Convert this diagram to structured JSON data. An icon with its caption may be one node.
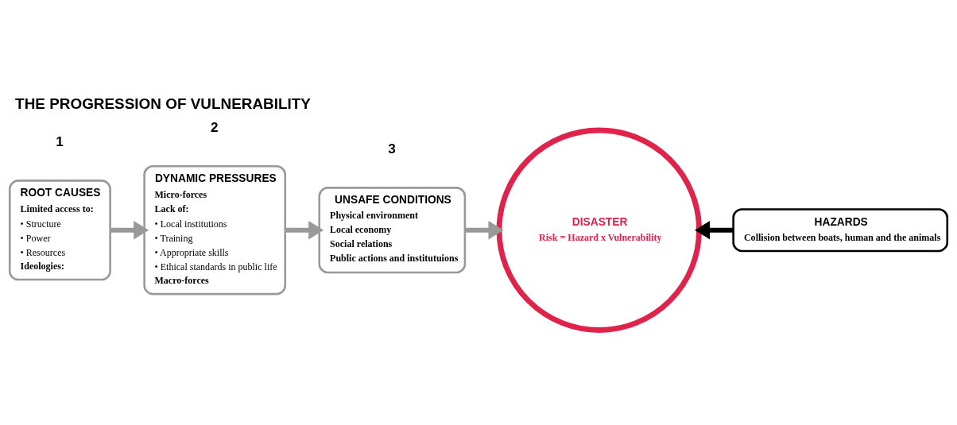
{
  "diagram": {
    "title": "THE PROGRESSION OF VULNERABILITY",
    "nodes": [
      {
        "text": [
          "ROOT CAUSES",
          "Limited access to:",
          "• Structure",
          "• Power",
          "• Resources",
          "Ideologies:"
        ]
      },
      {
        "text": [
          "DYNAMIC PRESSURES",
          "Micro-forces",
          "Lack of:",
          "• Local institutions",
          "• Training",
          "• Appropriate skills",
          "• Ethical standards in public life",
          "Macro-forces"
        ]
      },
      {
        "text": [
          "UNSAFE CONDITIONS",
          "Physical environment",
          "Local economy",
          "Social relations",
          "Public actions and institutuions"
        ]
      },
      {
        "text": [
          "DISASTER",
          "Risk = Hazard x Vulnerability"
        ]
      },
      {
        "text": [
          "HAZARDS",
          "Collision between boats, human and the animals"
        ]
      }
    ],
    "edges": [
      {
        "from": 0,
        "to": 1,
        "arrow": "to"
      },
      {
        "from": 1,
        "to": 2,
        "arrow": "to"
      },
      {
        "from": 2,
        "to": 3,
        "arrow": "to"
      },
      {
        "from": 4,
        "to": 3,
        "arrow": "to",
        "color": "#000000"
      }
    ],
    "labels": [
      "1",
      "2",
      "3"
    ]
  }
}
